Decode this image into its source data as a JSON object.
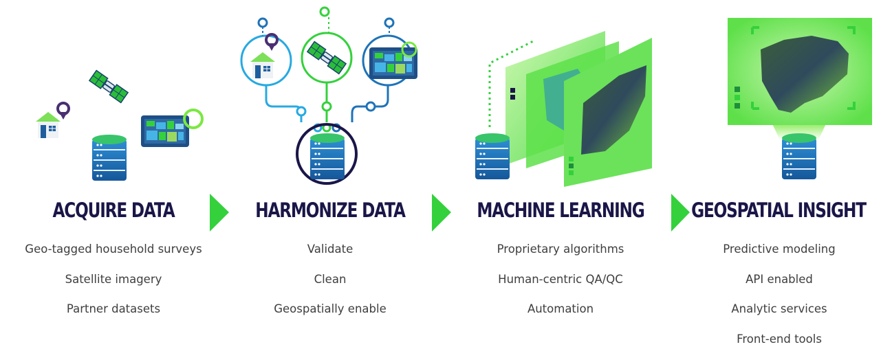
{
  "palette": {
    "navy": "#1a1648",
    "green": "#34d13c",
    "lime": "#7be843",
    "blue": "#1e73b8",
    "cyan": "#27a9e1",
    "purple": "#4a2f72",
    "text": "#3e3e3e"
  },
  "stages": [
    {
      "title": "ACQUIRE DATA",
      "items": [
        "Geo-tagged household surveys",
        "Satellite imagery",
        "Partner datasets"
      ],
      "icons": [
        "house-pin-icon",
        "satellite-icon",
        "map-tablet-icon",
        "database-icon"
      ]
    },
    {
      "title": "HARMONIZE DATA",
      "items": [
        "Validate",
        "Clean",
        "Geospatially enable"
      ],
      "icons": [
        "house-pin-icon",
        "satellite-icon",
        "map-tablet-icon",
        "database-icon"
      ]
    },
    {
      "title": "MACHINE LEARNING",
      "items": [
        "Proprietary algorithms",
        "Human-centric QA/QC",
        "Automation"
      ],
      "icons": [
        "map-layers-icon",
        "database-icon"
      ]
    },
    {
      "title": "GEOSPATIAL INSIGHT",
      "items": [
        "Predictive modeling",
        "API enabled",
        "Analytic services",
        "Front-end tools"
      ],
      "icons": [
        "country-map-icon",
        "database-icon"
      ]
    }
  ],
  "connector_icon": "chevron-right-arrow-icon"
}
